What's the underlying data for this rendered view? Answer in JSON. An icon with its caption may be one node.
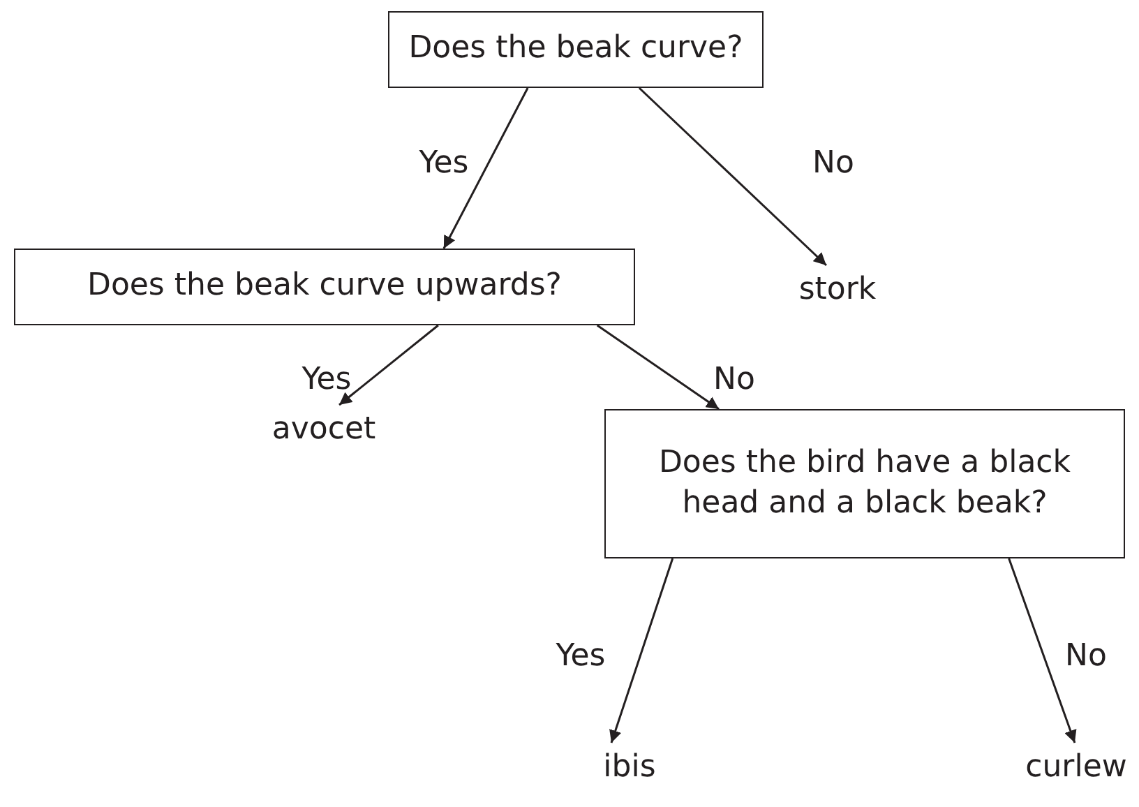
{
  "diagram": {
    "nodes": [
      {
        "text": [
          "Does the beak curve?"
        ]
      },
      {
        "text": [
          "Does the beak curve upwards?"
        ]
      },
      {
        "text": [
          "stork"
        ]
      },
      {
        "text": [
          "avocet"
        ]
      },
      {
        "text": [
          "Does the bird have a black head and a black beak?"
        ]
      },
      {
        "text": [
          "ibis"
        ]
      },
      {
        "text": [
          "curlew"
        ]
      }
    ],
    "edges": [
      {
        "from": 0,
        "to": 1,
        "arrow": "to",
        "label": "Yes"
      },
      {
        "from": 0,
        "to": 2,
        "arrow": "to",
        "label": "No"
      },
      {
        "from": 1,
        "to": 3,
        "arrow": "to",
        "label": "Yes"
      },
      {
        "from": 1,
        "to": 4,
        "arrow": "to",
        "label": "No"
      },
      {
        "from": 4,
        "to": 5,
        "arrow": "to",
        "label": "Yes"
      },
      {
        "from": 4,
        "to": 6,
        "arrow": "to",
        "label": "No"
      }
    ]
  }
}
